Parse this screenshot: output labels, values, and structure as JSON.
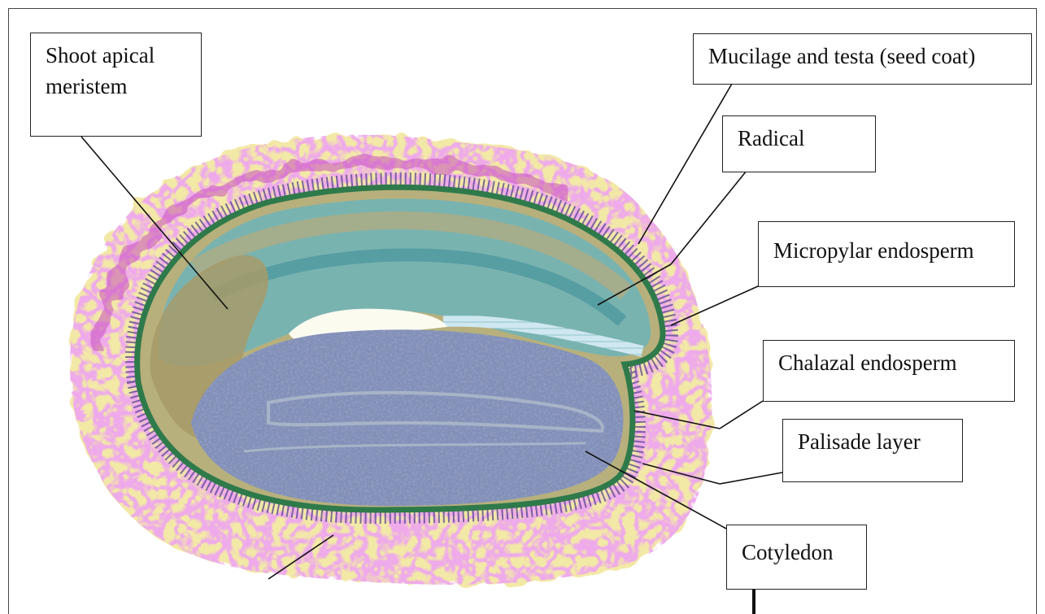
{
  "labels": {
    "shoot_apical_meristem": "Shoot apical meristem",
    "mucilage_testa": "Mucilage and testa (seed coat)",
    "radical": "Radical",
    "micropylar_endosperm": "Micropylar endosperm",
    "chalazal_endosperm": "Chalazal endosperm",
    "palisade_layer": "Palisade layer",
    "cotyledon": "Cotyledon"
  },
  "colors": {
    "mucilage": "#f3e9a6",
    "mucilage_cells": "#d86fd0",
    "seed_coat": "#2f7a4a",
    "radicle_tissue": "#5fa8a8",
    "cotyledon_tissue": "#7f8fb6",
    "shoot_tissue": "#a79a6a"
  }
}
